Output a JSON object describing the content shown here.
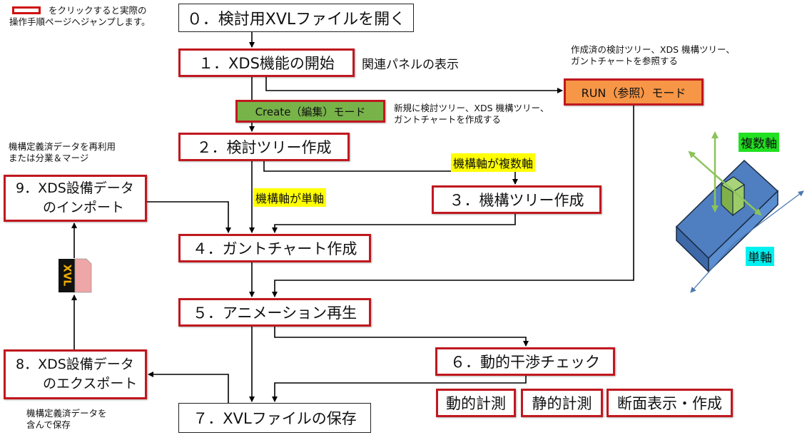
{
  "legend": {
    "text_line1": "をクリックすると実際の",
    "text_line2": "操作手順ページへジャンプします。"
  },
  "steps": {
    "s0": "０．検討用XVLファイルを開く",
    "s1": "１．XDS機能の開始",
    "s2": "２．検討ツリー作成",
    "s3": "３．機構ツリー作成",
    "s4": "４．ガントチャート作成",
    "s5": "５．アニメーション再生",
    "s6": "６．動的干渉チェック",
    "s7": "７．XVLファイルの保存",
    "s8_line1": "8．XDS設備データ",
    "s8_line2": "のエクスポート",
    "s9_line1": "9．XDS設備データ",
    "s9_line2": "のインポート"
  },
  "subs": {
    "dynamic_measure": "動的計測",
    "static_measure": "静的計測",
    "section": "断面表示・作成"
  },
  "modes": {
    "create": "Create（編集）モード",
    "run": "RUN（参照）モード",
    "create_note_1": "新規に検討ツリー、XDS 機構ツリー、",
    "create_note_2": "ガントチャートを作成する",
    "run_note_1": "作成済の検討ツリー、XDS 機構ツリー、",
    "run_note_2": "ガントチャートを参照する"
  },
  "labels": {
    "panel": "関連パネルの表示",
    "multi_axis_cond": "機構軸が複数軸",
    "single_axis_cond": "機構軸が単軸",
    "reuse_1": "機構定義済データを再利用",
    "reuse_2": "または分業＆マージ",
    "save_1": "機構定義済データを",
    "save_2": "含んで保存",
    "multi_axis": "複数軸",
    "single_axis": "単軸",
    "xvl_icon": "XVL"
  },
  "colors": {
    "red": "#c0181f",
    "create": "#77b349",
    "run": "#f79646",
    "yellow": "#ffff00",
    "blue": "#4472c4",
    "green": "#92d050",
    "cyan": "#00ffff"
  }
}
